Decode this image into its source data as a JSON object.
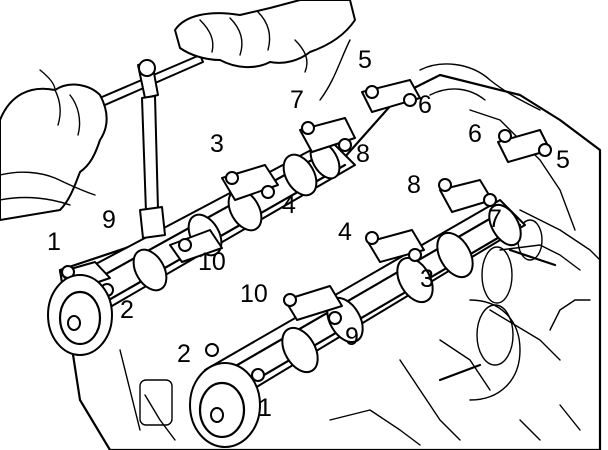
{
  "labels": {
    "a1": "1",
    "a2": "2",
    "a3": "3",
    "a4": "4",
    "a5": "5",
    "a6": "6",
    "a7": "7",
    "a8": "8",
    "a9": "9",
    "a10": "10",
    "b1": "1",
    "b2": "2",
    "b3": "3",
    "b4": "4",
    "b5": "5",
    "b6": "6",
    "b7": "7",
    "b8": "8",
    "b9": "9",
    "b10": "10"
  }
}
